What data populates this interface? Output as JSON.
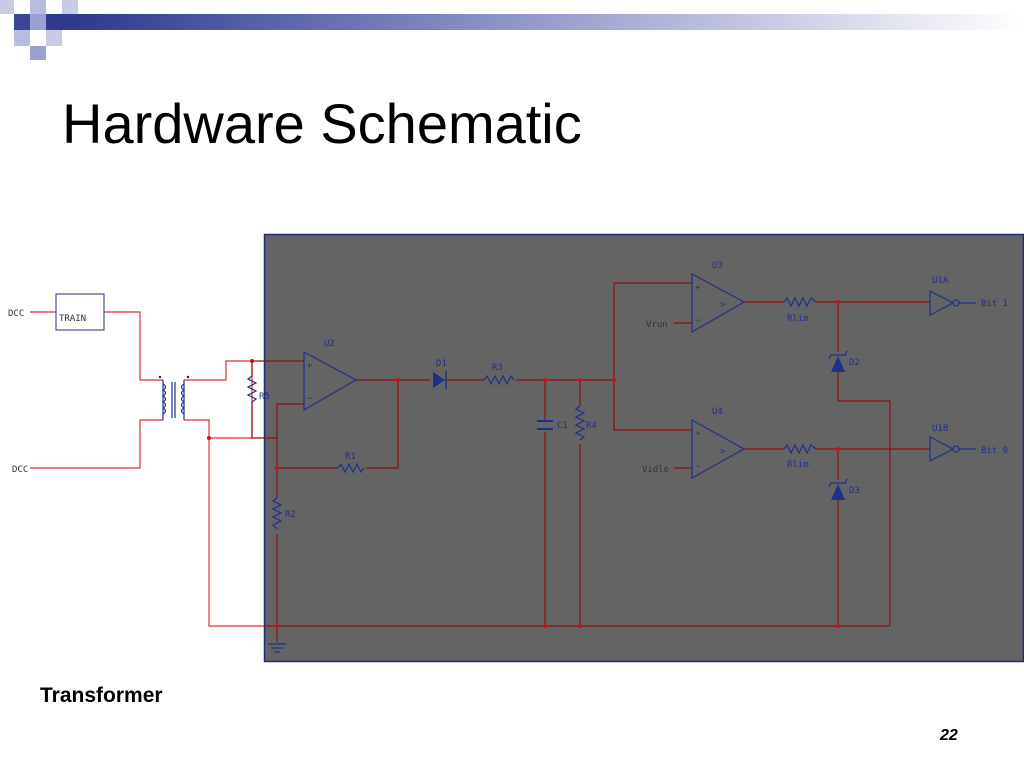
{
  "slide": {
    "title": "Hardware Schematic",
    "caption": "Transformer",
    "page_number": "22"
  },
  "schematic": {
    "colors": {
      "panel_bg": "#646464",
      "panel_border": "#1e2a7a",
      "wire": "#8b1010",
      "outer_wire": "#e03030",
      "component": "#1e2f8c",
      "junction": "#cc1111"
    },
    "labels": {
      "dcc_top": "DCC",
      "dcc_bottom": "DCC",
      "train": "TRAIN",
      "u2": "U2",
      "u3": "U3",
      "u4": "U4",
      "u1a": "U1A",
      "u1b": "U1B",
      "r5": "R5",
      "r1": "R1",
      "r2": "R2",
      "d1": "D1",
      "r3": "R3",
      "c1": "C1",
      "r4": "R4",
      "d2": "D2",
      "d3": "D3",
      "rlim_top": "Rlim",
      "rlim_bottom": "Rlim",
      "vrun": "Vrun",
      "vidle": "Vidle",
      "bit1": "Bit 1",
      "bit0": "Bit 0",
      "plus": "+",
      "minus": "−",
      "comparator_symbol": ">",
      "dot": "·"
    }
  }
}
